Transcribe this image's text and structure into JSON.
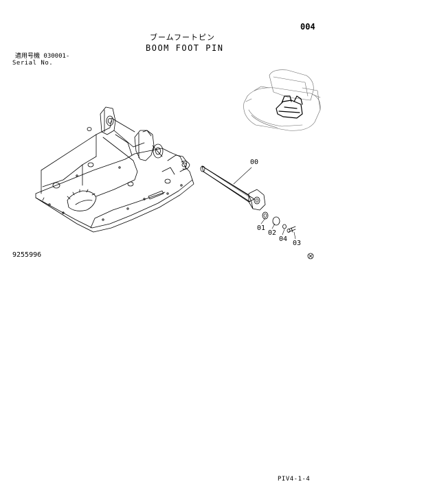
{
  "header": {
    "page_number": "004",
    "title_jp": "ブームフートピン",
    "title_en": "BOOM FOOT PIN",
    "serial_jp": "適用号機  030001-",
    "serial_en": "Serial No."
  },
  "callouts": {
    "c00": "00",
    "c01": "01",
    "c02": "02",
    "c03": "03",
    "c04": "04"
  },
  "footer": {
    "drawing_number": "9255996",
    "sheet_code": "PIV4-1-4"
  }
}
